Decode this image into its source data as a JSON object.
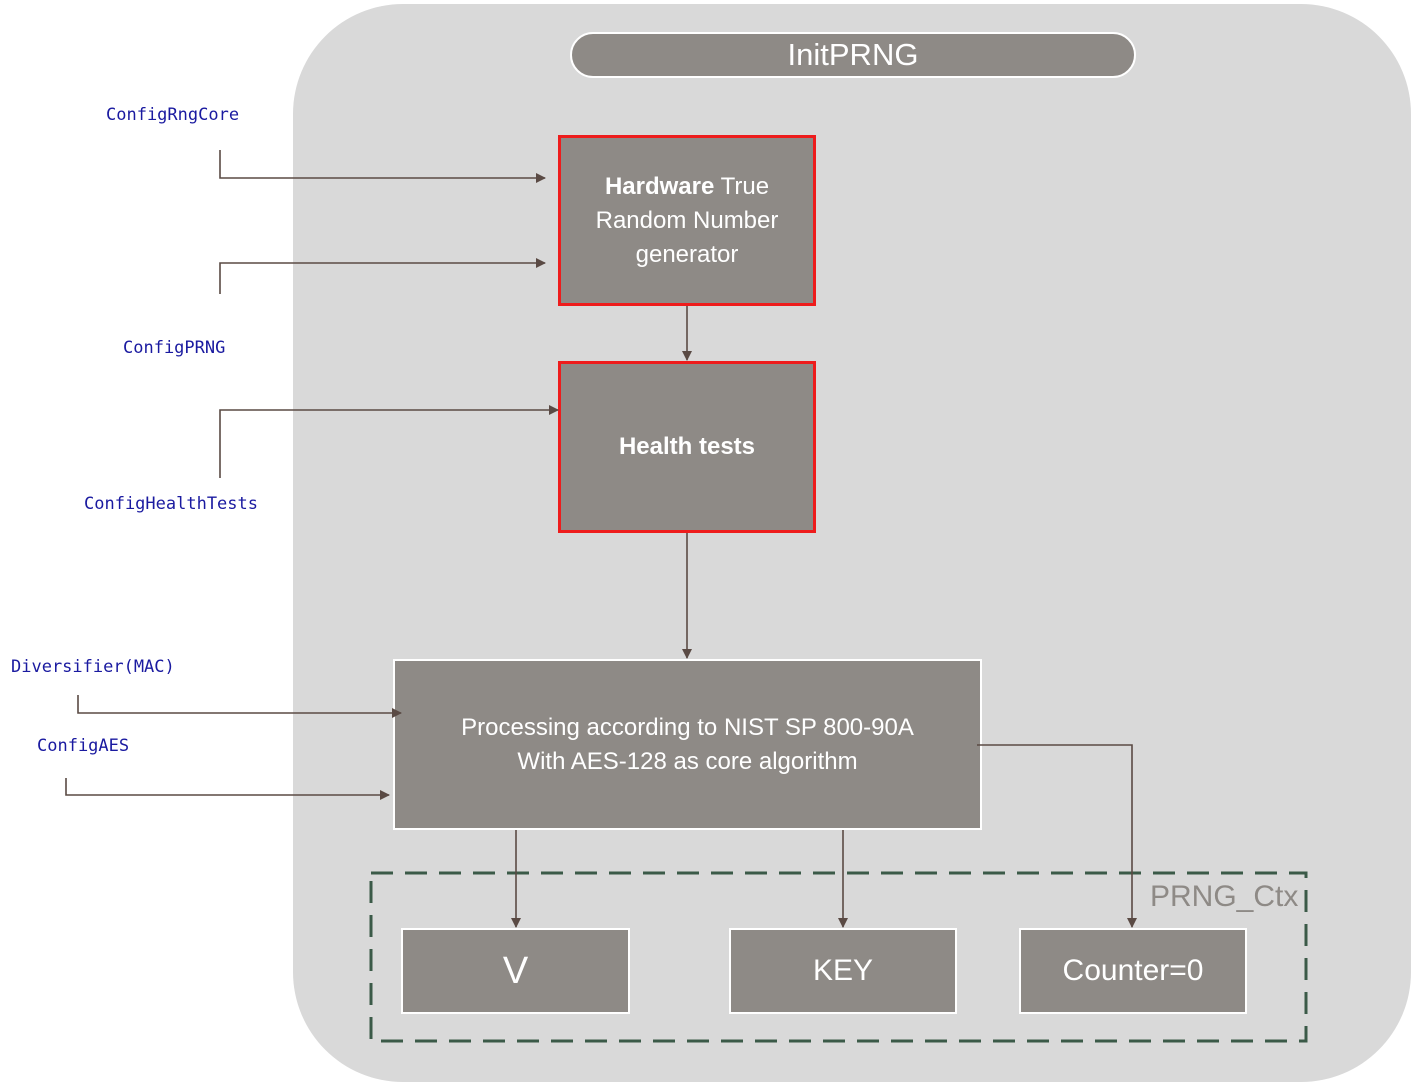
{
  "diagram": {
    "title": "InitPRNG",
    "trng": {
      "bold": "Hardware",
      "rest": " True",
      "line2": "Random Number",
      "line3": "generator"
    },
    "health": "Health tests",
    "processing": {
      "line1": "Processing according to NIST SP 800-90A",
      "line2": "With AES-128 as core algorithm"
    },
    "context": {
      "label": "PRNG_Ctx",
      "cells": [
        "V",
        "KEY",
        "Counter=0"
      ]
    },
    "inputs": {
      "config_rng_core": "ConfigRngCore",
      "config_prng": "ConfigPRNG",
      "config_health_tests": "ConfigHealthTests",
      "diversifier": "Diversifier(MAC)",
      "config_aes": "ConfigAES"
    },
    "colors": {
      "container": "#d9d9d9",
      "box_fill": "#8e8a86",
      "highlight_border": "#ee1c1c",
      "context_border": "#3b5a48",
      "arrow": "#5a4a44",
      "input_text": "#1a1aa0"
    }
  }
}
